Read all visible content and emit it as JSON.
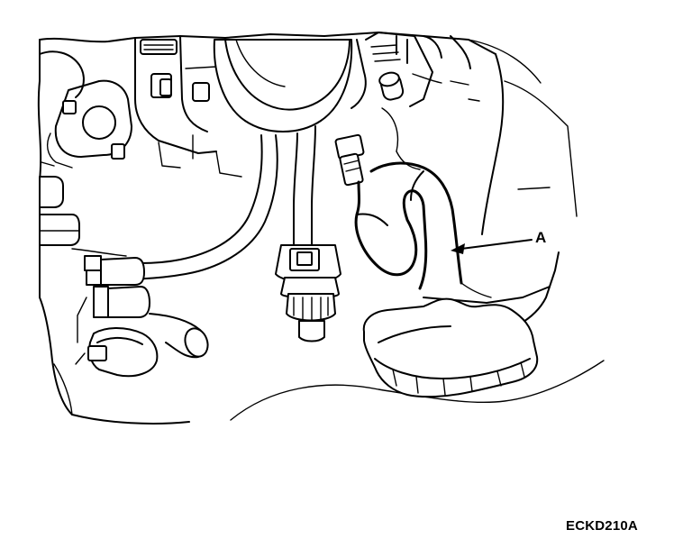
{
  "diagram": {
    "callouts": [
      {
        "id": "A",
        "label": "A"
      }
    ],
    "figure_code": "ECKD210A",
    "colors": {
      "ink": "#000000",
      "background": "#ffffff"
    }
  }
}
